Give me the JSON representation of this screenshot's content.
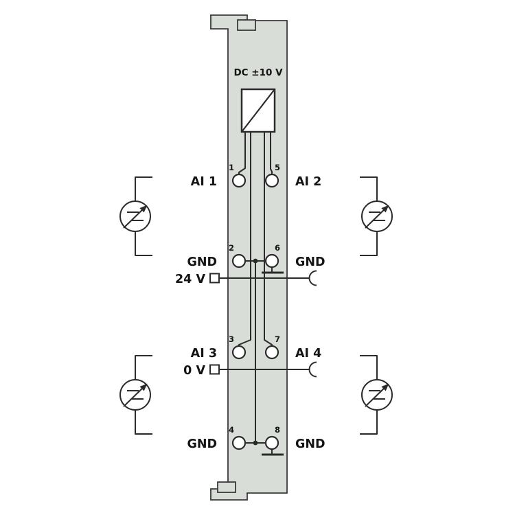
{
  "diagram": {
    "title": "DC ±10 V",
    "contacts": {
      "left": [
        {
          "number": "1",
          "label": "AI 1"
        },
        {
          "number": "2",
          "label": "GND"
        },
        {
          "number": "3",
          "label": "AI 3"
        },
        {
          "number": "4",
          "label": "GND"
        }
      ],
      "right": [
        {
          "number": "5",
          "label": "AI 2"
        },
        {
          "number": "6",
          "label": "GND"
        },
        {
          "number": "7",
          "label": "AI 4"
        },
        {
          "number": "8",
          "label": "GND"
        }
      ]
    },
    "power_rails": [
      {
        "label": "24 V"
      },
      {
        "label": "0 V"
      }
    ],
    "icons": [
      "adc-converter-icon",
      "ground-icon",
      "variable-source-icon",
      "power-jumper-blade-icon",
      "power-jumper-socket-icon"
    ],
    "colors": {
      "module_fill": "#d9ddd8",
      "line": "#2b2b2b",
      "text": "#141414",
      "background": "#ffffff"
    }
  }
}
